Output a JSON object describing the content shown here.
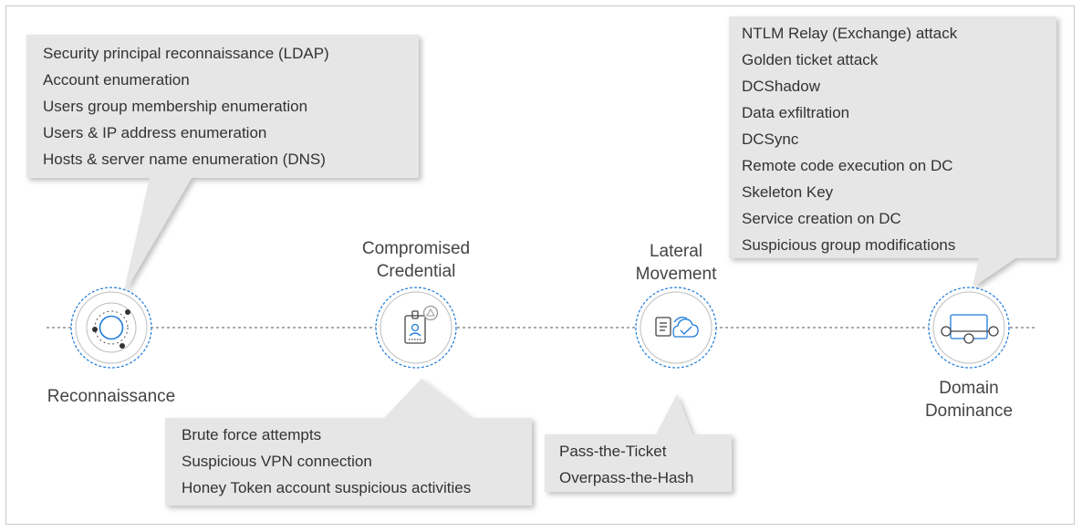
{
  "stages": [
    {
      "id": "reconnaissance",
      "label": "Reconnaissance",
      "icon": "radar-icon"
    },
    {
      "id": "compromised-credential",
      "label": "Compromised Credential",
      "icon": "id-badge-warning-icon"
    },
    {
      "id": "lateral-movement",
      "label": "Lateral Movement",
      "icon": "document-cloud-sync-icon"
    },
    {
      "id": "domain-dominance",
      "label": "Domain Dominance",
      "icon": "network-nodes-icon"
    }
  ],
  "callouts": {
    "reconnaissance": [
      "Security principal reconnaissance (LDAP)",
      "Account enumeration",
      "Users group membership enumeration",
      "Users & IP address enumeration",
      "Hosts & server name enumeration (DNS)"
    ],
    "compromised_credential": [
      "Brute force attempts",
      "Suspicious VPN connection",
      "Honey Token account suspicious activities"
    ],
    "lateral_movement": [
      "Pass-the-Ticket",
      "Overpass-the-Hash"
    ],
    "domain_dominance": [
      "NTLM Relay (Exchange) attack",
      "Golden ticket attack",
      "DCShadow",
      "Data exfiltration",
      "DCSync",
      "Remote code execution on DC",
      "Skeleton Key",
      "Service creation on DC",
      "Suspicious group modifications"
    ]
  },
  "colors": {
    "accent": "#1e7bd7",
    "callout_bg": "#e6e6e6",
    "node_ring": "#c8c8c8",
    "timeline": "#777777",
    "icon_stroke": "#444444"
  }
}
